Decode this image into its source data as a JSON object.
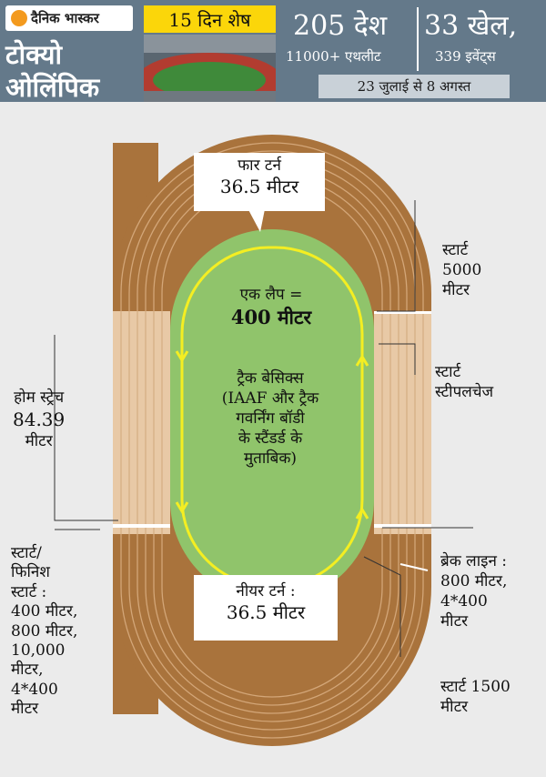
{
  "header": {
    "logo_text": "दैनिक भास्कर",
    "title_line1": "टोक्यो",
    "title_line2": "ओलिंपिक",
    "countdown": "15 दिन शेष",
    "countries_big": "205 देश",
    "athletes_small": "11000+ एथलीट",
    "sports_big": "33 खेल,",
    "events_small": "339 इवेंट्स",
    "dates": "23 जुलाई से 8 अगस्त"
  },
  "colors": {
    "header_bg": "#64798a",
    "track": "#a9733c",
    "lane_line": "#d3a678",
    "field": "#90c46b",
    "lap_line": "#f4ee22",
    "accent_yellow": "#fbd60a"
  },
  "diagram": {
    "far_turn": {
      "line1": "फार टर्न",
      "line2": "36.5 मीटर"
    },
    "lap": {
      "line1": "एक लैप =",
      "line2": "400 मीटर"
    },
    "basics": [
      "ट्रैक बेसिक्स",
      "(IAAF और ट्रैक",
      "गवर्निंग बॉडी",
      "के स्टैंडर्ड के",
      "मुताबिक)"
    ],
    "near_turn": {
      "line1": "नीयर टर्न :",
      "line2": "36.5 मीटर"
    },
    "start_5000": [
      "स्टार्ट",
      "5000",
      "मीटर"
    ],
    "start_steeple": [
      "स्टार्ट",
      "स्टीपलचेज"
    ],
    "home_stretch": [
      "होम स्ट्रेच",
      "84.39",
      "मीटर"
    ],
    "break_line": [
      "ब्रेक लाइन :",
      "800 मीटर,",
      "4*400",
      "मीटर"
    ],
    "start_1500": [
      "स्टार्ट 1500",
      "मीटर"
    ],
    "start_finish": [
      "स्टार्ट/",
      "फिनिश",
      "स्टार्ट :",
      "400 मीटर,",
      "800 मीटर,",
      "10,000",
      "मीटर,",
      "4*400",
      "मीटर"
    ]
  }
}
